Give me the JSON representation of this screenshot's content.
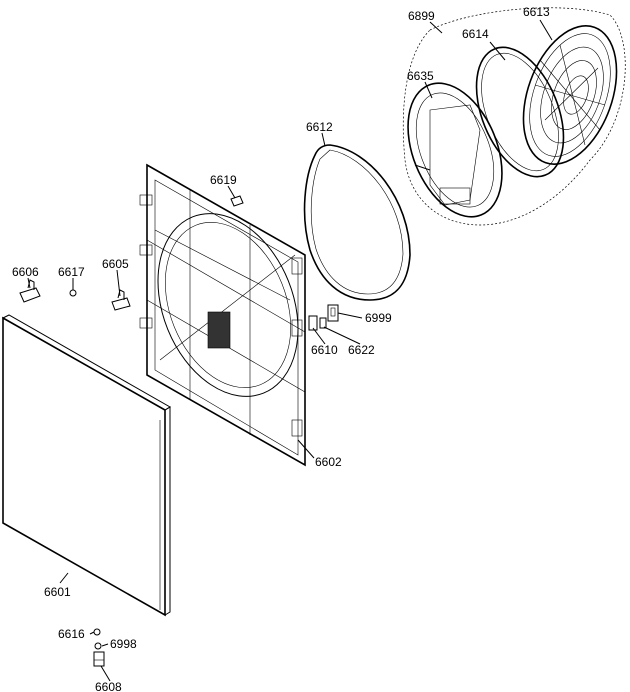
{
  "parts": {
    "p6899": "6899",
    "p6613": "6613",
    "p6614": "6614",
    "p6635": "6635",
    "p6612": "6612",
    "p6619": "6619",
    "p6606": "6606",
    "p6617": "6617",
    "p6605": "6605",
    "p6999": "6999",
    "p6610": "6610",
    "p6622": "6622",
    "p6602": "6602",
    "p6601": "6601",
    "p6616": "6616",
    "p6998": "6998",
    "p6608": "6608"
  }
}
